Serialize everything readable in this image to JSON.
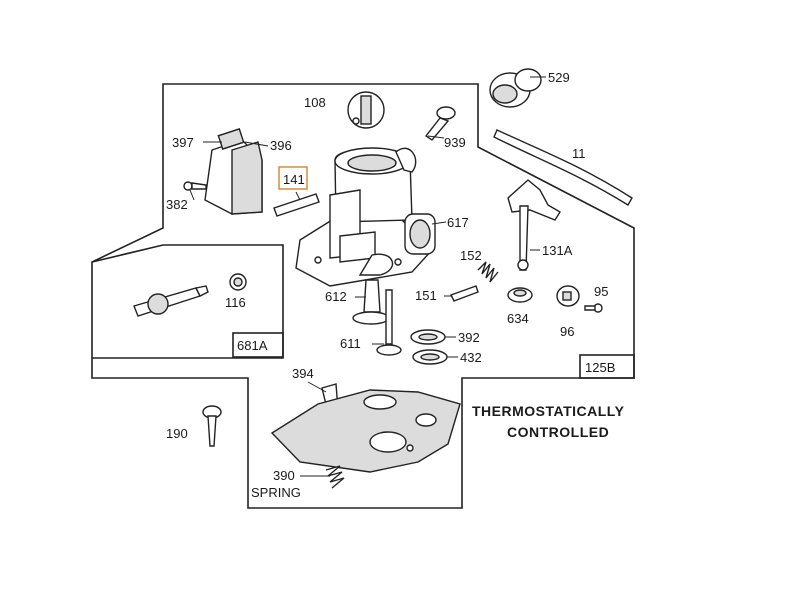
{
  "labels": {
    "p108": "108",
    "p529": "529",
    "p397": "397",
    "p396": "396",
    "p939": "939",
    "p11": "11",
    "p141": "141",
    "p382": "382",
    "p617": "617",
    "p131a": "131A",
    "p152": "152",
    "p95": "95",
    "p151": "151",
    "p612": "612",
    "p634": "634",
    "p116": "116",
    "p96": "96",
    "p392": "392",
    "p681a": "681A",
    "p611": "611",
    "p432": "432",
    "p125b": "125B",
    "p394": "394",
    "p190": "190",
    "p390": "390",
    "spring": "SPRING"
  },
  "note": {
    "line1": "THERMOSTATICALLY",
    "line2": "CONTROLLED"
  },
  "colors": {
    "highlight": "#d9822b",
    "ink": "#222222"
  }
}
